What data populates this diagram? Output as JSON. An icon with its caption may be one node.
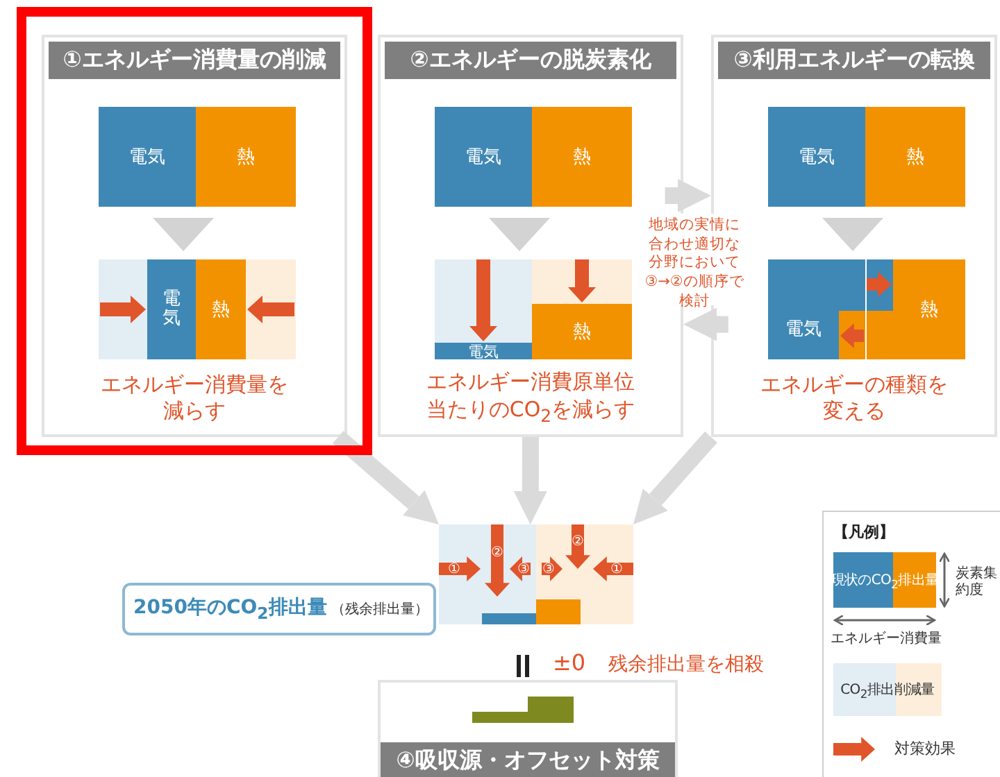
{
  "diagram": {
    "nodes": [
      {
        "text": [
          "①エネルギー消費量の削減",
          "電気",
          "熱",
          "電気",
          "熱",
          "エネルギー消費量を減らす"
        ]
      },
      {
        "text": [
          "②エネルギーの脱炭素化",
          "電気",
          "熱",
          "電気",
          "熱",
          "エネルギー消費原単位当たりのCO$_{2}$を減らす"
        ]
      },
      {
        "text": [
          "③利用エネルギーの転換",
          "電気",
          "熱",
          "電気",
          "熱",
          "エネルギーの種類を変える"
        ]
      },
      {
        "text": [
          "地域の実情に合わせ適切な分野において③→②の順序で検討"
        ]
      },
      {
        "text": [
          "①",
          "②",
          "③",
          "③",
          "②",
          "①"
        ]
      },
      {
        "text": [
          "2050年のCO$_{2}$排出量",
          "（残余排出量）"
        ]
      },
      {
        "text": [
          "④吸収源・オフセット対策"
        ]
      }
    ],
    "edges": [
      {
        "from": 1,
        "to": 2,
        "arrow": "to"
      },
      {
        "from": 2,
        "to": 1,
        "arrow": "to"
      },
      {
        "from": 0,
        "to": 4,
        "arrow": "to"
      },
      {
        "from": 1,
        "to": 4,
        "arrow": "to"
      },
      {
        "from": 2,
        "to": 4,
        "arrow": "to"
      }
    ],
    "labels": [
      "【凡例】",
      "炭素集約度",
      "エネルギー消費量",
      "±0",
      "残余排出量を相殺"
    ],
    "legend": [
      {
        "text": "現状のCO$_{2}$排出量"
      },
      {
        "text": "CO$_{2}$排出削減量"
      },
      {
        "text": "対策効果"
      }
    ]
  }
}
